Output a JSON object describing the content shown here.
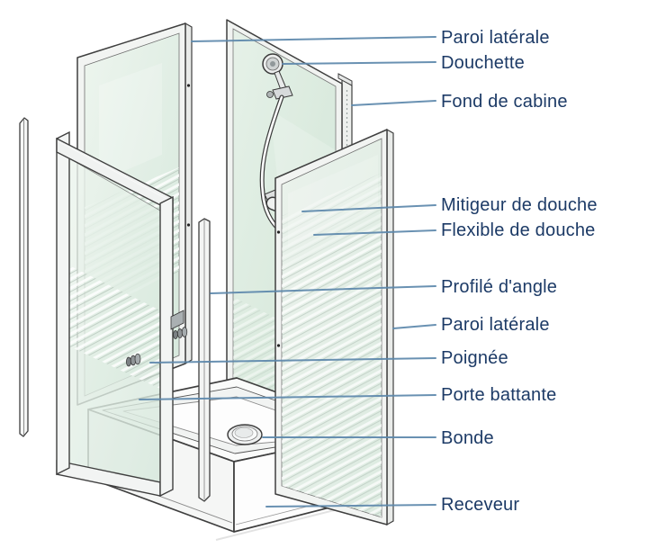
{
  "figure": {
    "labels": [
      {
        "id": "paroi-laterale-1",
        "text": "Paroi latérale"
      },
      {
        "id": "douchette",
        "text": "Douchette"
      },
      {
        "id": "fond-de-cabine",
        "text": "Fond de cabine"
      },
      {
        "id": "mitigeur",
        "text": "Mitigeur de douche"
      },
      {
        "id": "flexible",
        "text": "Flexible de douche"
      },
      {
        "id": "profile-angle",
        "text": "Profilé d'angle"
      },
      {
        "id": "paroi-laterale-2",
        "text": "Paroi latérale"
      },
      {
        "id": "poignee",
        "text": "Poignée"
      },
      {
        "id": "porte-battante",
        "text": "Porte battante"
      },
      {
        "id": "bonde",
        "text": "Bonde"
      },
      {
        "id": "receveur",
        "text": "Receveur"
      }
    ],
    "colors": {
      "label_text": "#1c3a66",
      "leader_line": "#5d88ac",
      "glass_green_light": "#edf5ee",
      "glass_green": "#d6e8dc",
      "frame_white": "#f2f4f2",
      "outline": "#3f3f3f",
      "background": "#ffffff"
    }
  }
}
